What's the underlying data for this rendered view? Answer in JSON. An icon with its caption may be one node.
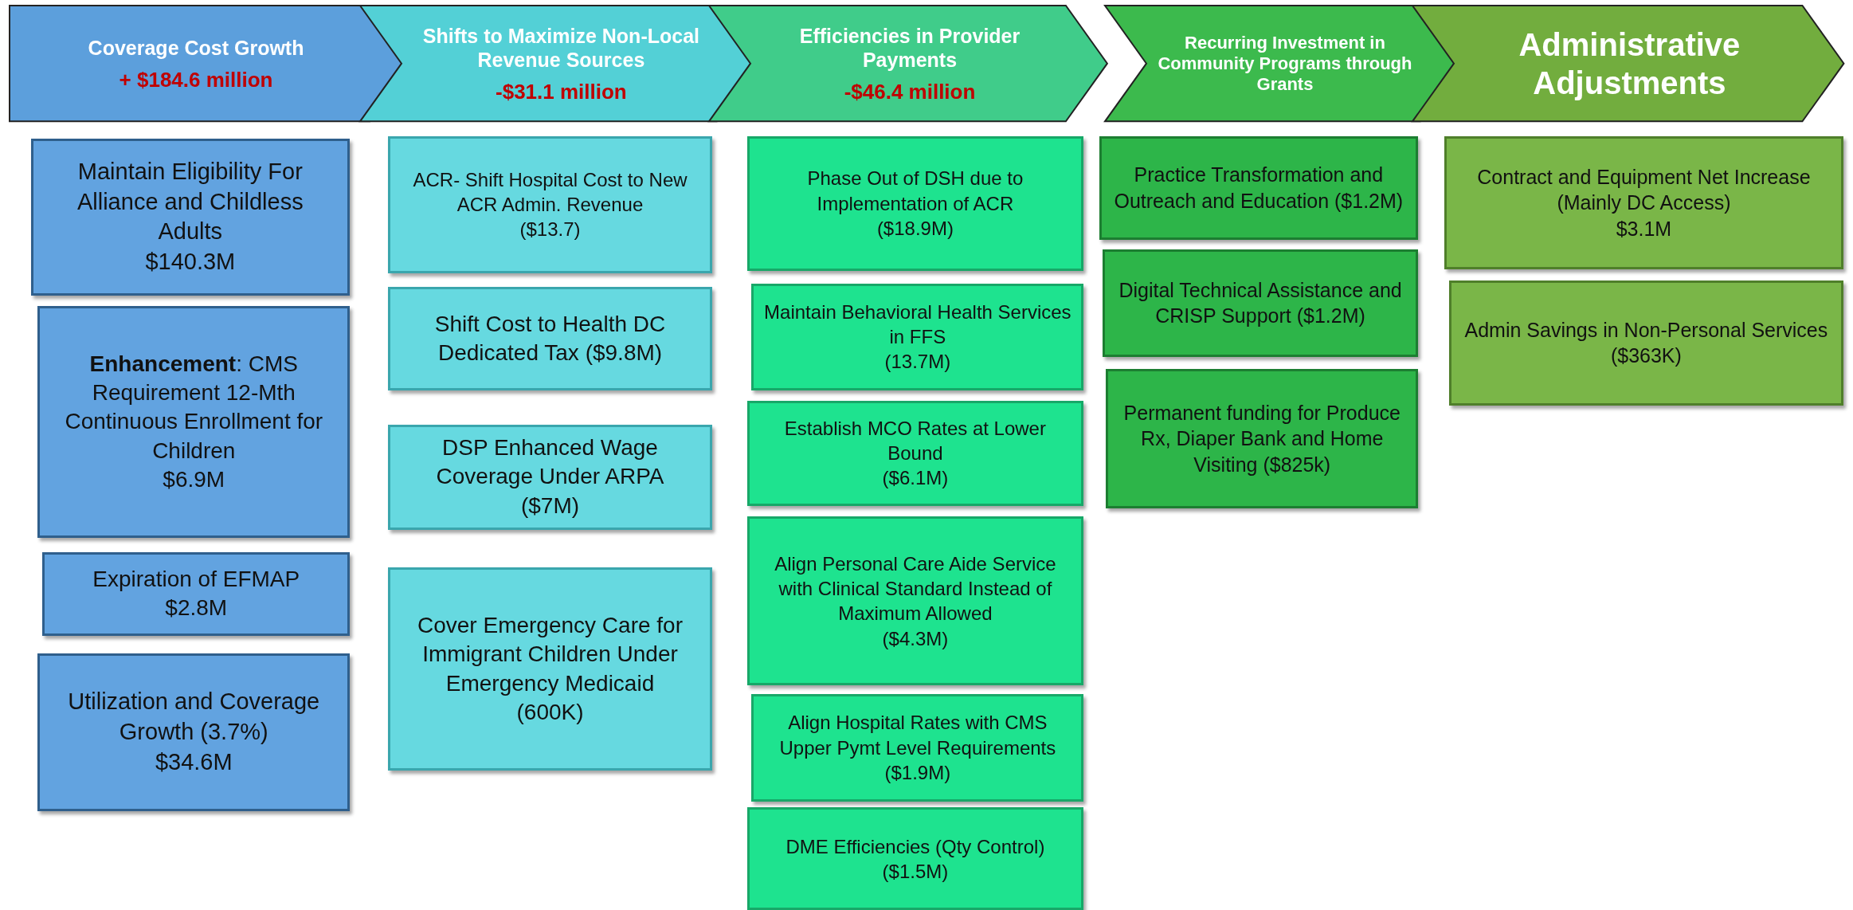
{
  "diagram": {
    "nodes": [
      {
        "text": [
          "Coverage Cost Growth",
          "+ $184.6 million"
        ]
      },
      {
        "text": [
          "Shifts to Maximize Non-Local Revenue Sources",
          "-$31.1 million"
        ]
      },
      {
        "text": [
          "Efficiencies in Provider Payments",
          "-$46.4 million"
        ]
      },
      {
        "text": [
          "Recurring Investment in Community Programs through Grants"
        ]
      },
      {
        "text": [
          "Administrative Adjustments"
        ]
      },
      {
        "text": [
          "Maintain Eligibility For Alliance and Childless Adults",
          "$140.3M"
        ]
      },
      {
        "text": [
          "**Enhancement**: CMS Requirement 12-Mth Continuous Enrollment for Children",
          "$6.9M"
        ]
      },
      {
        "text": [
          "Expiration of EFMAP",
          "$2.8M"
        ]
      },
      {
        "text": [
          "Utilization and Coverage Growth (3.7%)",
          "$34.6M"
        ]
      },
      {
        "text": [
          "ACR- Shift Hospital Cost to New ACR Admin. Revenue",
          "($13.7)"
        ]
      },
      {
        "text": [
          "Shift Cost to Health DC Dedicated Tax ($9.8M)"
        ]
      },
      {
        "text": [
          "DSP Enhanced Wage Coverage Under ARPA",
          "($7M)"
        ]
      },
      {
        "text": [
          "Cover Emergency Care for Immigrant Children Under Emergency Medicaid",
          "(600K)"
        ]
      },
      {
        "text": [
          "Phase Out of DSH due to Implementation of ACR",
          "($18.9M)"
        ]
      },
      {
        "text": [
          "Maintain Behavioral Health Services in FFS",
          "(13.7M)"
        ]
      },
      {
        "text": [
          "Establish MCO Rates at Lower Bound",
          "($6.1M)"
        ]
      },
      {
        "text": [
          "Align Personal Care Aide Service with Clinical Standard Instead of Maximum Allowed",
          "($4.3M)"
        ]
      },
      {
        "text": [
          "Align Hospital Rates with CMS Upper Pymt Level Requirements ($1.9M)"
        ]
      },
      {
        "text": [
          "DME Efficiencies (Qty Control)",
          "($1.5M)"
        ]
      },
      {
        "text": [
          "Practice Transformation and Outreach and Education ($1.2M)"
        ]
      },
      {
        "text": [
          "Digital Technical Assistance and CRISP Support ($1.2M)"
        ]
      },
      {
        "text": [
          "Permanent funding for Produce Rx, Diaper Bank and Home Visiting ($825k)"
        ]
      },
      {
        "text": [
          "Contract and Equipment Net Increase (Mainly DC Access)",
          "$3.1M"
        ]
      },
      {
        "text": [
          "Admin Savings in Non-Personal Services",
          "($363K)"
        ]
      }
    ]
  }
}
